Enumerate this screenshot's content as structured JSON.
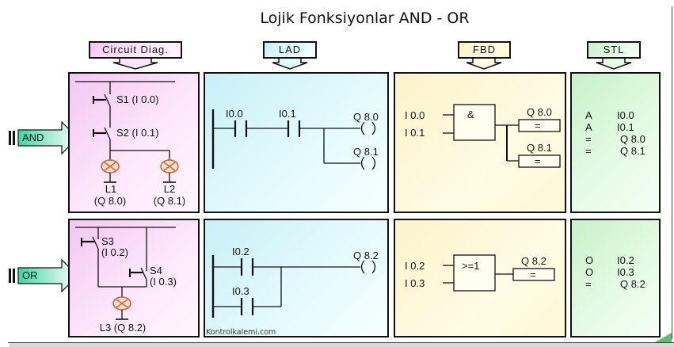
{
  "title": "Lojik Fonksiyonlar AND - OR",
  "headers": {
    "circuit": "Circuit Diag.",
    "lad": "LAD",
    "fbd": "FBD",
    "stl": "STL"
  },
  "colors": {
    "circuit_bg": "#f4c6f2",
    "lad_bg": "#c8f0f6",
    "fbd_bg": "#fbf3c9",
    "stl_bg": "#c9f1c9",
    "logic_arrow": "#3fd6a4",
    "lamp": "#d0602a"
  },
  "rows": [
    {
      "logic_label": "AND",
      "circuit": {
        "switches": [
          "S1 (I 0.0)",
          "S2 (I 0.1)"
        ],
        "lamps": [
          {
            "name": "L1",
            "addr": "(Q 8.0)"
          },
          {
            "name": "L2",
            "addr": "(Q 8.1)"
          }
        ]
      },
      "lad": {
        "contacts": [
          "I0.0",
          "I0.1"
        ],
        "coils": [
          "Q 8.0",
          "Q 8.1"
        ]
      },
      "fbd": {
        "inputs": [
          "I 0.0",
          "I 0.1"
        ],
        "gate": "&",
        "outputs": [
          "Q 8.0",
          "Q 8.1"
        ],
        "assign": "="
      },
      "stl": [
        {
          "op": "A",
          "operand": "I0.0"
        },
        {
          "op": "A",
          "operand": "I0.1"
        },
        {
          "op": "=",
          "operand": " Q 8.0"
        },
        {
          "op": "=",
          "operand": " Q 8.1"
        }
      ]
    },
    {
      "logic_label": "OR",
      "circuit": {
        "switches": [
          {
            "name": "S3",
            "addr": "(I 0.2)"
          },
          {
            "name": "S4",
            "addr": "(I 0.3)"
          }
        ],
        "lamps": [
          {
            "name": "L3",
            "addr": "(Q 8.2)",
            "full": "L3 (Q 8.2)"
          }
        ]
      },
      "lad": {
        "contacts": [
          "I0.2",
          "I0.3"
        ],
        "coils": [
          "Q 8.2"
        ]
      },
      "fbd": {
        "inputs": [
          "I 0.2",
          "I 0.3"
        ],
        "gate": ">=1",
        "outputs": [
          "Q 8.2"
        ],
        "assign": "="
      },
      "stl": [
        {
          "op": "O",
          "operand": "I0.2"
        },
        {
          "op": "O",
          "operand": "I0.3"
        },
        {
          "op": "=",
          "operand": " Q 8.2"
        }
      ]
    }
  ],
  "watermark": "Kontrolkalemi.com"
}
